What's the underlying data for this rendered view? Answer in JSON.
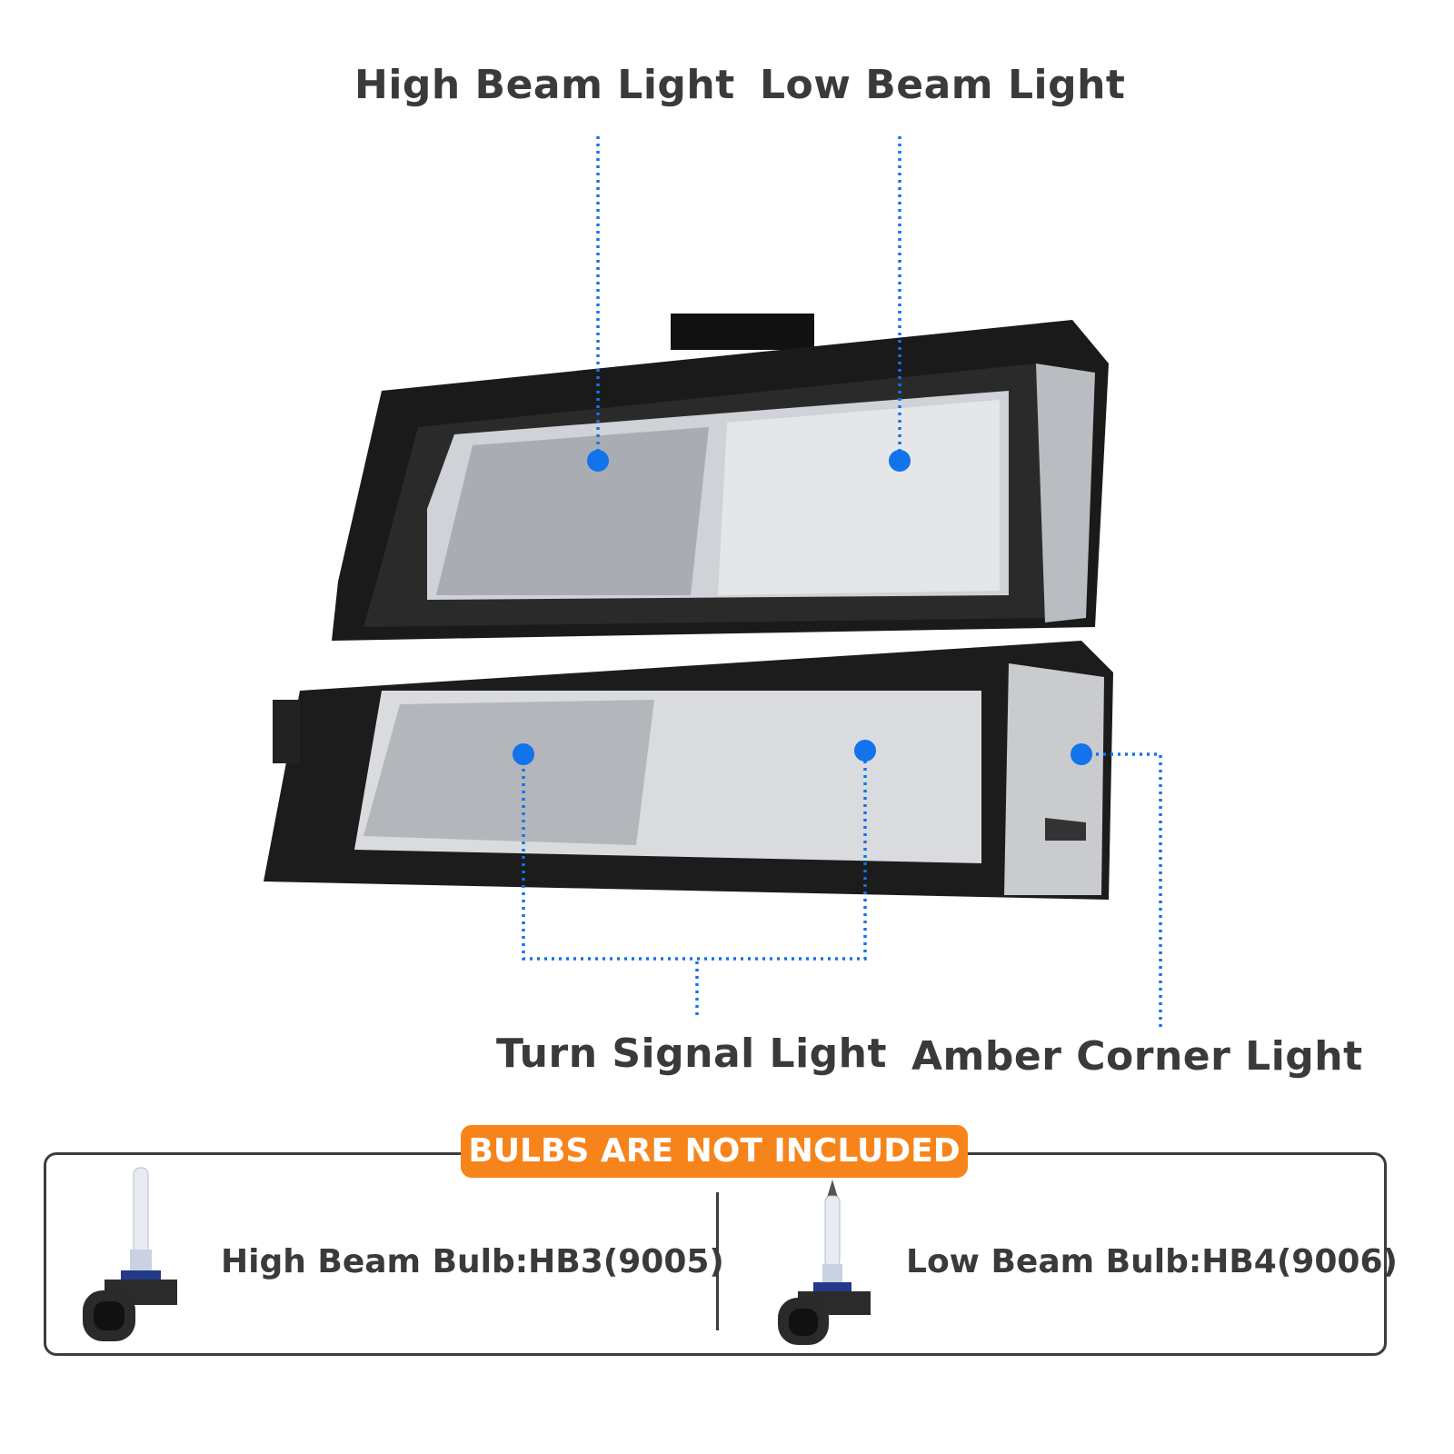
{
  "labels": {
    "high_beam": "High Beam Light",
    "low_beam": "Low Beam Light",
    "turn_signal": "Turn Signal Light",
    "amber_corner": "Amber Corner Light"
  },
  "notice": "BULBS ARE NOT INCLUDED",
  "bulbs": [
    {
      "label": "High Beam Bulb:HB3(9005)",
      "icon": "hb3-bulb-icon"
    },
    {
      "label": "Low Beam Bulb:HB4(9006)",
      "icon": "hb4-bulb-icon"
    }
  ],
  "colors": {
    "marker": "#1273ea",
    "badge": "#f7841b",
    "text": "#3a3a3a"
  }
}
